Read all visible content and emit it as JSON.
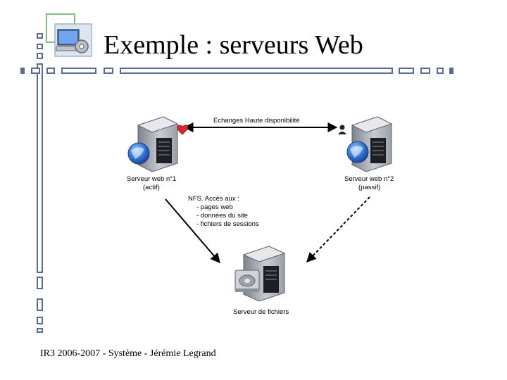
{
  "slide": {
    "title": "Exemple : serveurs Web",
    "footer": "IR3 2006-2007  -  Système  -  Jérémie Legrand"
  },
  "diagram": {
    "link_label": "Echanges Haute disponibilité",
    "server1_name": "Serveur web n°1",
    "server1_state": "(actif)",
    "server2_name": "Serveur web n°2",
    "server2_state": "(passif)",
    "nfs_title": "NFS. Accès aux :",
    "nfs_items": [
      "- pages web",
      "- données du site",
      "- fichiers de sessions"
    ],
    "fileserver_name": "Serveur de fichiers"
  },
  "colors": {
    "accent": "#5a6c94",
    "heartbeat_red": "#d9262b"
  },
  "icons": [
    "computer-gear-icon",
    "web-server-icon",
    "file-server-icon",
    "heart-icon",
    "user-icon"
  ]
}
